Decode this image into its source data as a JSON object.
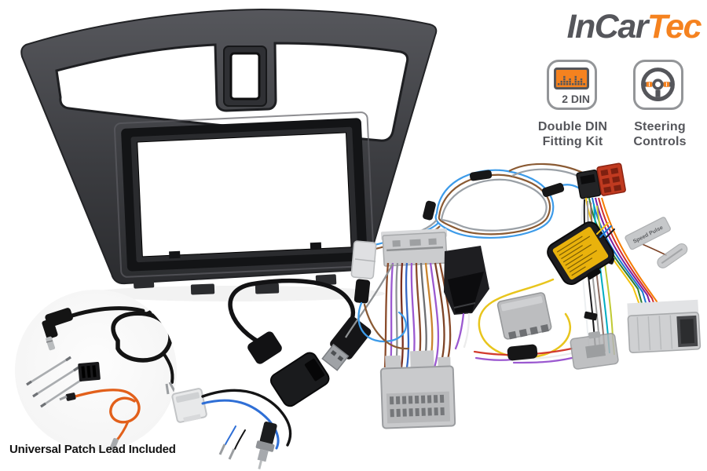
{
  "brand": {
    "name_part_gray": "InCar",
    "name_part_orange": "Tec"
  },
  "colors": {
    "brand_gray": "#55565B",
    "brand_orange": "#F5821F",
    "caption_black": "#141414",
    "panel_gray": "#3C3D41"
  },
  "features": {
    "double_din": {
      "badge": "2 DIN",
      "label_line1": "Double DIN",
      "label_line2": "Fitting Kit"
    },
    "steering": {
      "label_line1": "Steering",
      "label_line2": "Controls"
    }
  },
  "captions": {
    "patch_lead": "Universal Patch Lead Included"
  },
  "tags": {
    "speed_pulse": "Speed Pulse"
  },
  "components": [
    "double-din-fascia-panel",
    "universal-patch-lead-kit",
    "usb-retention-cable",
    "antenna-adapter-lead",
    "vehicle-wiring-harness",
    "swc-interface-module"
  ]
}
